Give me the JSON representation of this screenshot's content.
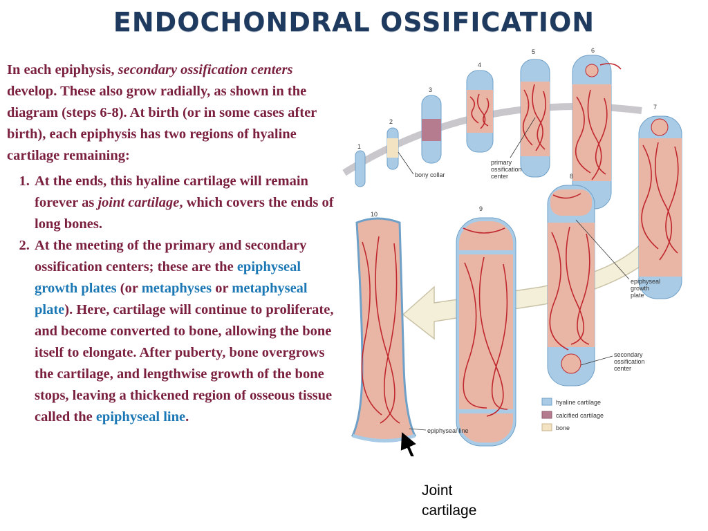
{
  "title": "ENDOCHONDRAL OSSIFICATION",
  "intro": {
    "t1": "In each epiphysis, ",
    "t2_em": "secondary ossification centers",
    "t3": " develop.  These also grow radially, as shown in the diagram (steps 6-8).  At birth (or in some cases after birth), each epiphysis has two regions of hyaline cartilage remaining:"
  },
  "list": [
    {
      "a": "At the ends, this hyaline cartilage will remain forever as ",
      "b_em": "joint cartilage",
      "c": ", which covers the ends of long bones."
    },
    {
      "a": "At the meeting of the primary and secondary ossification centers; these are the ",
      "b_term": "epiphyseal growth plates",
      "c": " (or ",
      "d_term": "metaphyses",
      "e": " or ",
      "f_term": "metaphyseal plate",
      "g": ").  Here, cartilage will continue to proliferate, and become converted to bone, allowing the bone itself to elongate.  After puberty, bone overgrows the cartilage, and lengthwise growth of the bone stops, leaving a thickened region of osseous tissue called the ",
      "h_term": "epiphyseal line",
      "i": "."
    }
  ],
  "diagram": {
    "step_numbers": [
      "1",
      "2",
      "3",
      "4",
      "5",
      "6",
      "7",
      "8",
      "9",
      "10"
    ],
    "labels": {
      "bony_collar": "bony collar",
      "primary_center": [
        "primary",
        "ossification",
        "center"
      ],
      "growth_plate": [
        "epiphyseal",
        "growth",
        "plate"
      ],
      "secondary_center": [
        "secondary",
        "ossification",
        "center"
      ],
      "epiphyseal_line": "epiphyseal line"
    },
    "legend": [
      {
        "label": "hyaline cartilage",
        "color": "#a9cbe6"
      },
      {
        "label": "calcified cartilage",
        "color": "#b57b8e"
      },
      {
        "label": "bone",
        "color": "#f3e3c3"
      }
    ],
    "colors": {
      "vessel": "#c0272d",
      "marrow": "#e9b6a6",
      "arrow": "#f4efd9"
    }
  },
  "joint_label": [
    "Joint",
    "cartilage"
  ]
}
